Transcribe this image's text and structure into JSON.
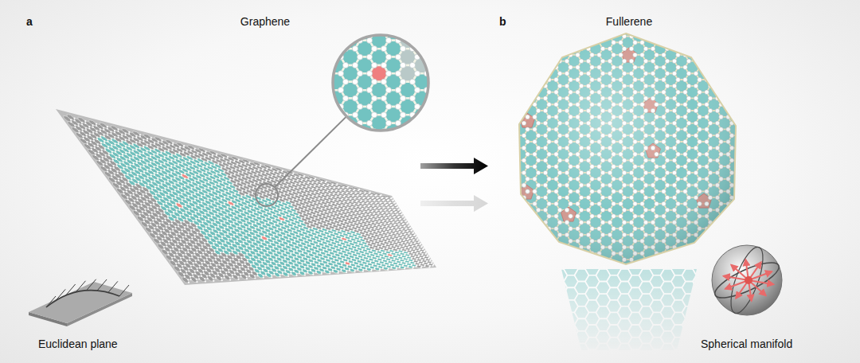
{
  "diagram": {
    "labels": [
      "a",
      "Graphene",
      "b",
      "Fullerene",
      "Euclidean plane",
      "Spherical manifold"
    ]
  }
}
